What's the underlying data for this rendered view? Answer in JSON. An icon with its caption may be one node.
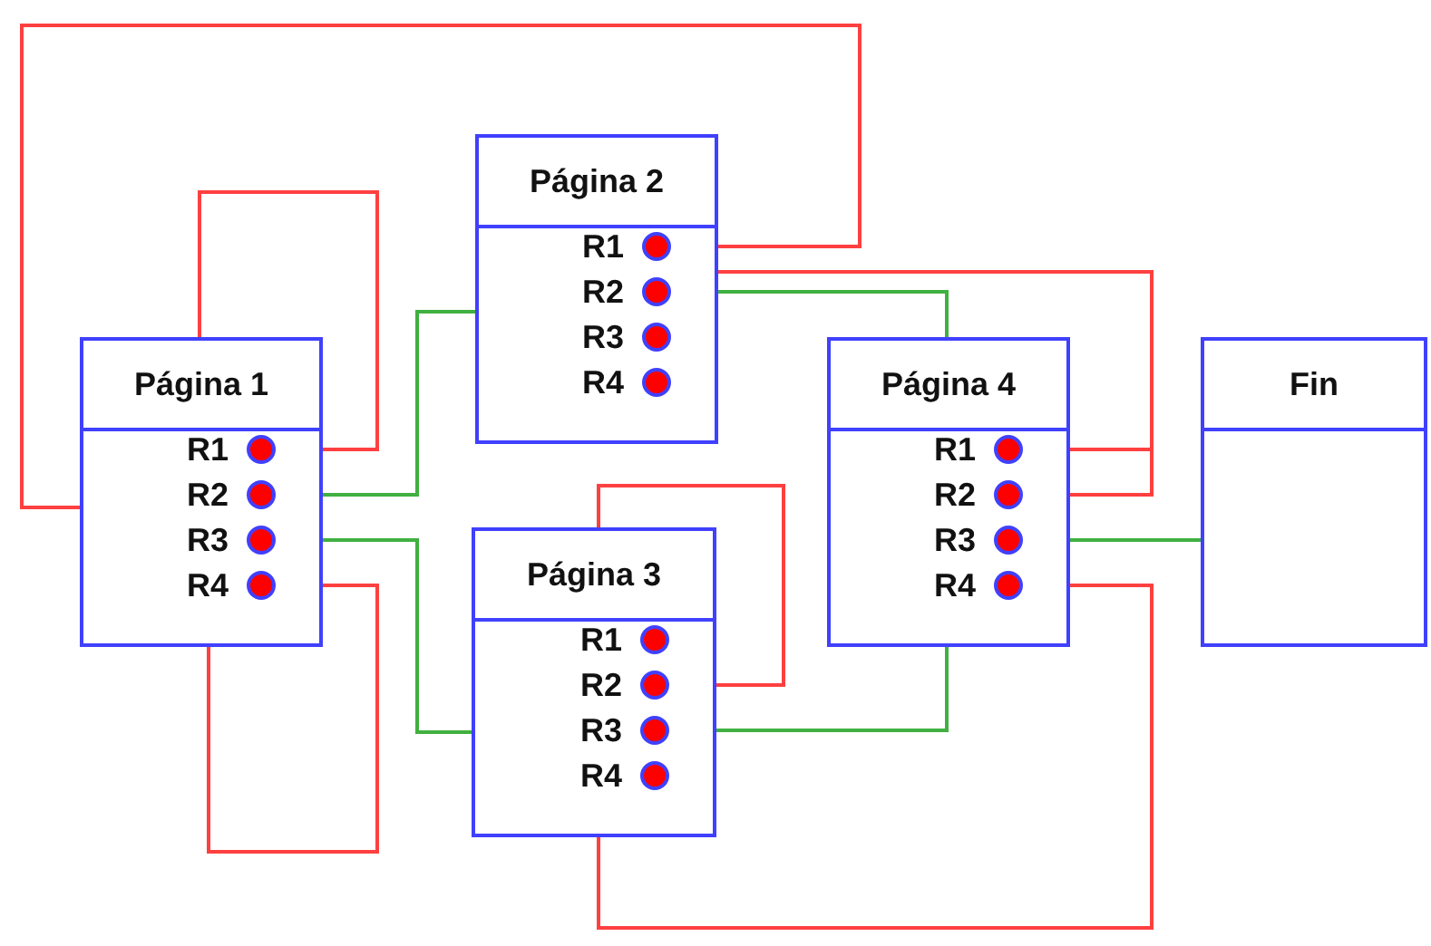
{
  "diagram": {
    "nodes": [
      {
        "text": [
          "Página 1"
        ]
      },
      {
        "text": [
          "R1"
        ],
        "in": 0
      },
      {
        "text": [
          "R2"
        ],
        "in": 0
      },
      {
        "text": [
          "R3"
        ],
        "in": 0
      },
      {
        "text": [
          "R4"
        ],
        "in": 0
      },
      {
        "text": [
          "Página 2"
        ]
      },
      {
        "text": [
          "R1"
        ],
        "in": 5
      },
      {
        "text": [
          "R2"
        ],
        "in": 5
      },
      {
        "text": [
          "R3"
        ],
        "in": 5
      },
      {
        "text": [
          "R4"
        ],
        "in": 5
      },
      {
        "text": [
          "Página 3"
        ]
      },
      {
        "text": [
          "R1"
        ],
        "in": 10
      },
      {
        "text": [
          "R2"
        ],
        "in": 10
      },
      {
        "text": [
          "R3"
        ],
        "in": 10
      },
      {
        "text": [
          "R4"
        ],
        "in": 10
      },
      {
        "text": [
          "Página 4"
        ]
      },
      {
        "text": [
          "R1"
        ],
        "in": 15
      },
      {
        "text": [
          "R2"
        ],
        "in": 15
      },
      {
        "text": [
          "R3"
        ],
        "in": 15
      },
      {
        "text": [
          "R4"
        ],
        "in": 15
      },
      {
        "text": [
          "Fin"
        ]
      }
    ],
    "edges": [
      {
        "from": 1,
        "to": 0,
        "arrow": "none",
        "color": "#ff4040"
      },
      {
        "from": 2,
        "to": 5,
        "arrow": "none",
        "color": "#40b040"
      },
      {
        "from": 3,
        "to": 10,
        "arrow": "none",
        "color": "#40b040"
      },
      {
        "from": 4,
        "to": 0,
        "arrow": "none",
        "color": "#ff4040"
      },
      {
        "from": 6,
        "to": 0,
        "arrow": "none",
        "color": "#ff4040"
      },
      {
        "from": 7,
        "to": 15,
        "arrow": "none",
        "color": "#40b040"
      },
      {
        "from": 16,
        "to": 5,
        "arrow": "none",
        "color": "#ff4040"
      },
      {
        "from": 17,
        "to": 5,
        "arrow": "none",
        "color": "#ff4040"
      },
      {
        "from": 18,
        "to": 20,
        "arrow": "none",
        "color": "#40b040"
      },
      {
        "from": 19,
        "to": 10,
        "arrow": "none",
        "color": "#ff4040"
      },
      {
        "from": 12,
        "to": 10,
        "arrow": "none",
        "color": "#ff4040"
      },
      {
        "from": 13,
        "to": 15,
        "arrow": "none",
        "color": "#40b040"
      }
    ]
  }
}
